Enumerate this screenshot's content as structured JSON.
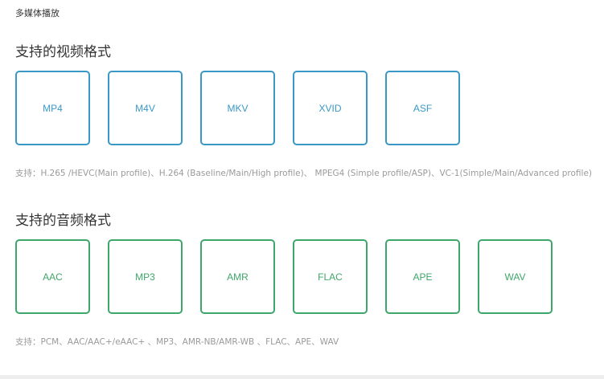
{
  "page": {
    "title": "多媒体播放"
  },
  "video": {
    "section_title": "支持的视频格式",
    "formats": [
      "MP4",
      "M4V",
      "MKV",
      "XVID",
      "ASF"
    ],
    "support_text": "支持：H.265 /HEVC(Main profile)、H.264 (Baseline/Main/High profile)、 MPEG4 (Simple profile/ASP)、VC-1(Simple/Main/Advanced profile)"
  },
  "audio": {
    "section_title": "支持的音频格式",
    "formats": [
      "AAC",
      "MP3",
      "AMR",
      "FLAC",
      "APE",
      "WAV"
    ],
    "support_text": "支持：PCM、AAC/AAC+/eAAC+ 、MP3、AMR-NB/AMR-WB 、FLAC、APE、WAV"
  },
  "colors": {
    "video_accent": "#3a98c7",
    "audio_accent": "#3fa66a",
    "muted_text": "#9a9a9a"
  }
}
